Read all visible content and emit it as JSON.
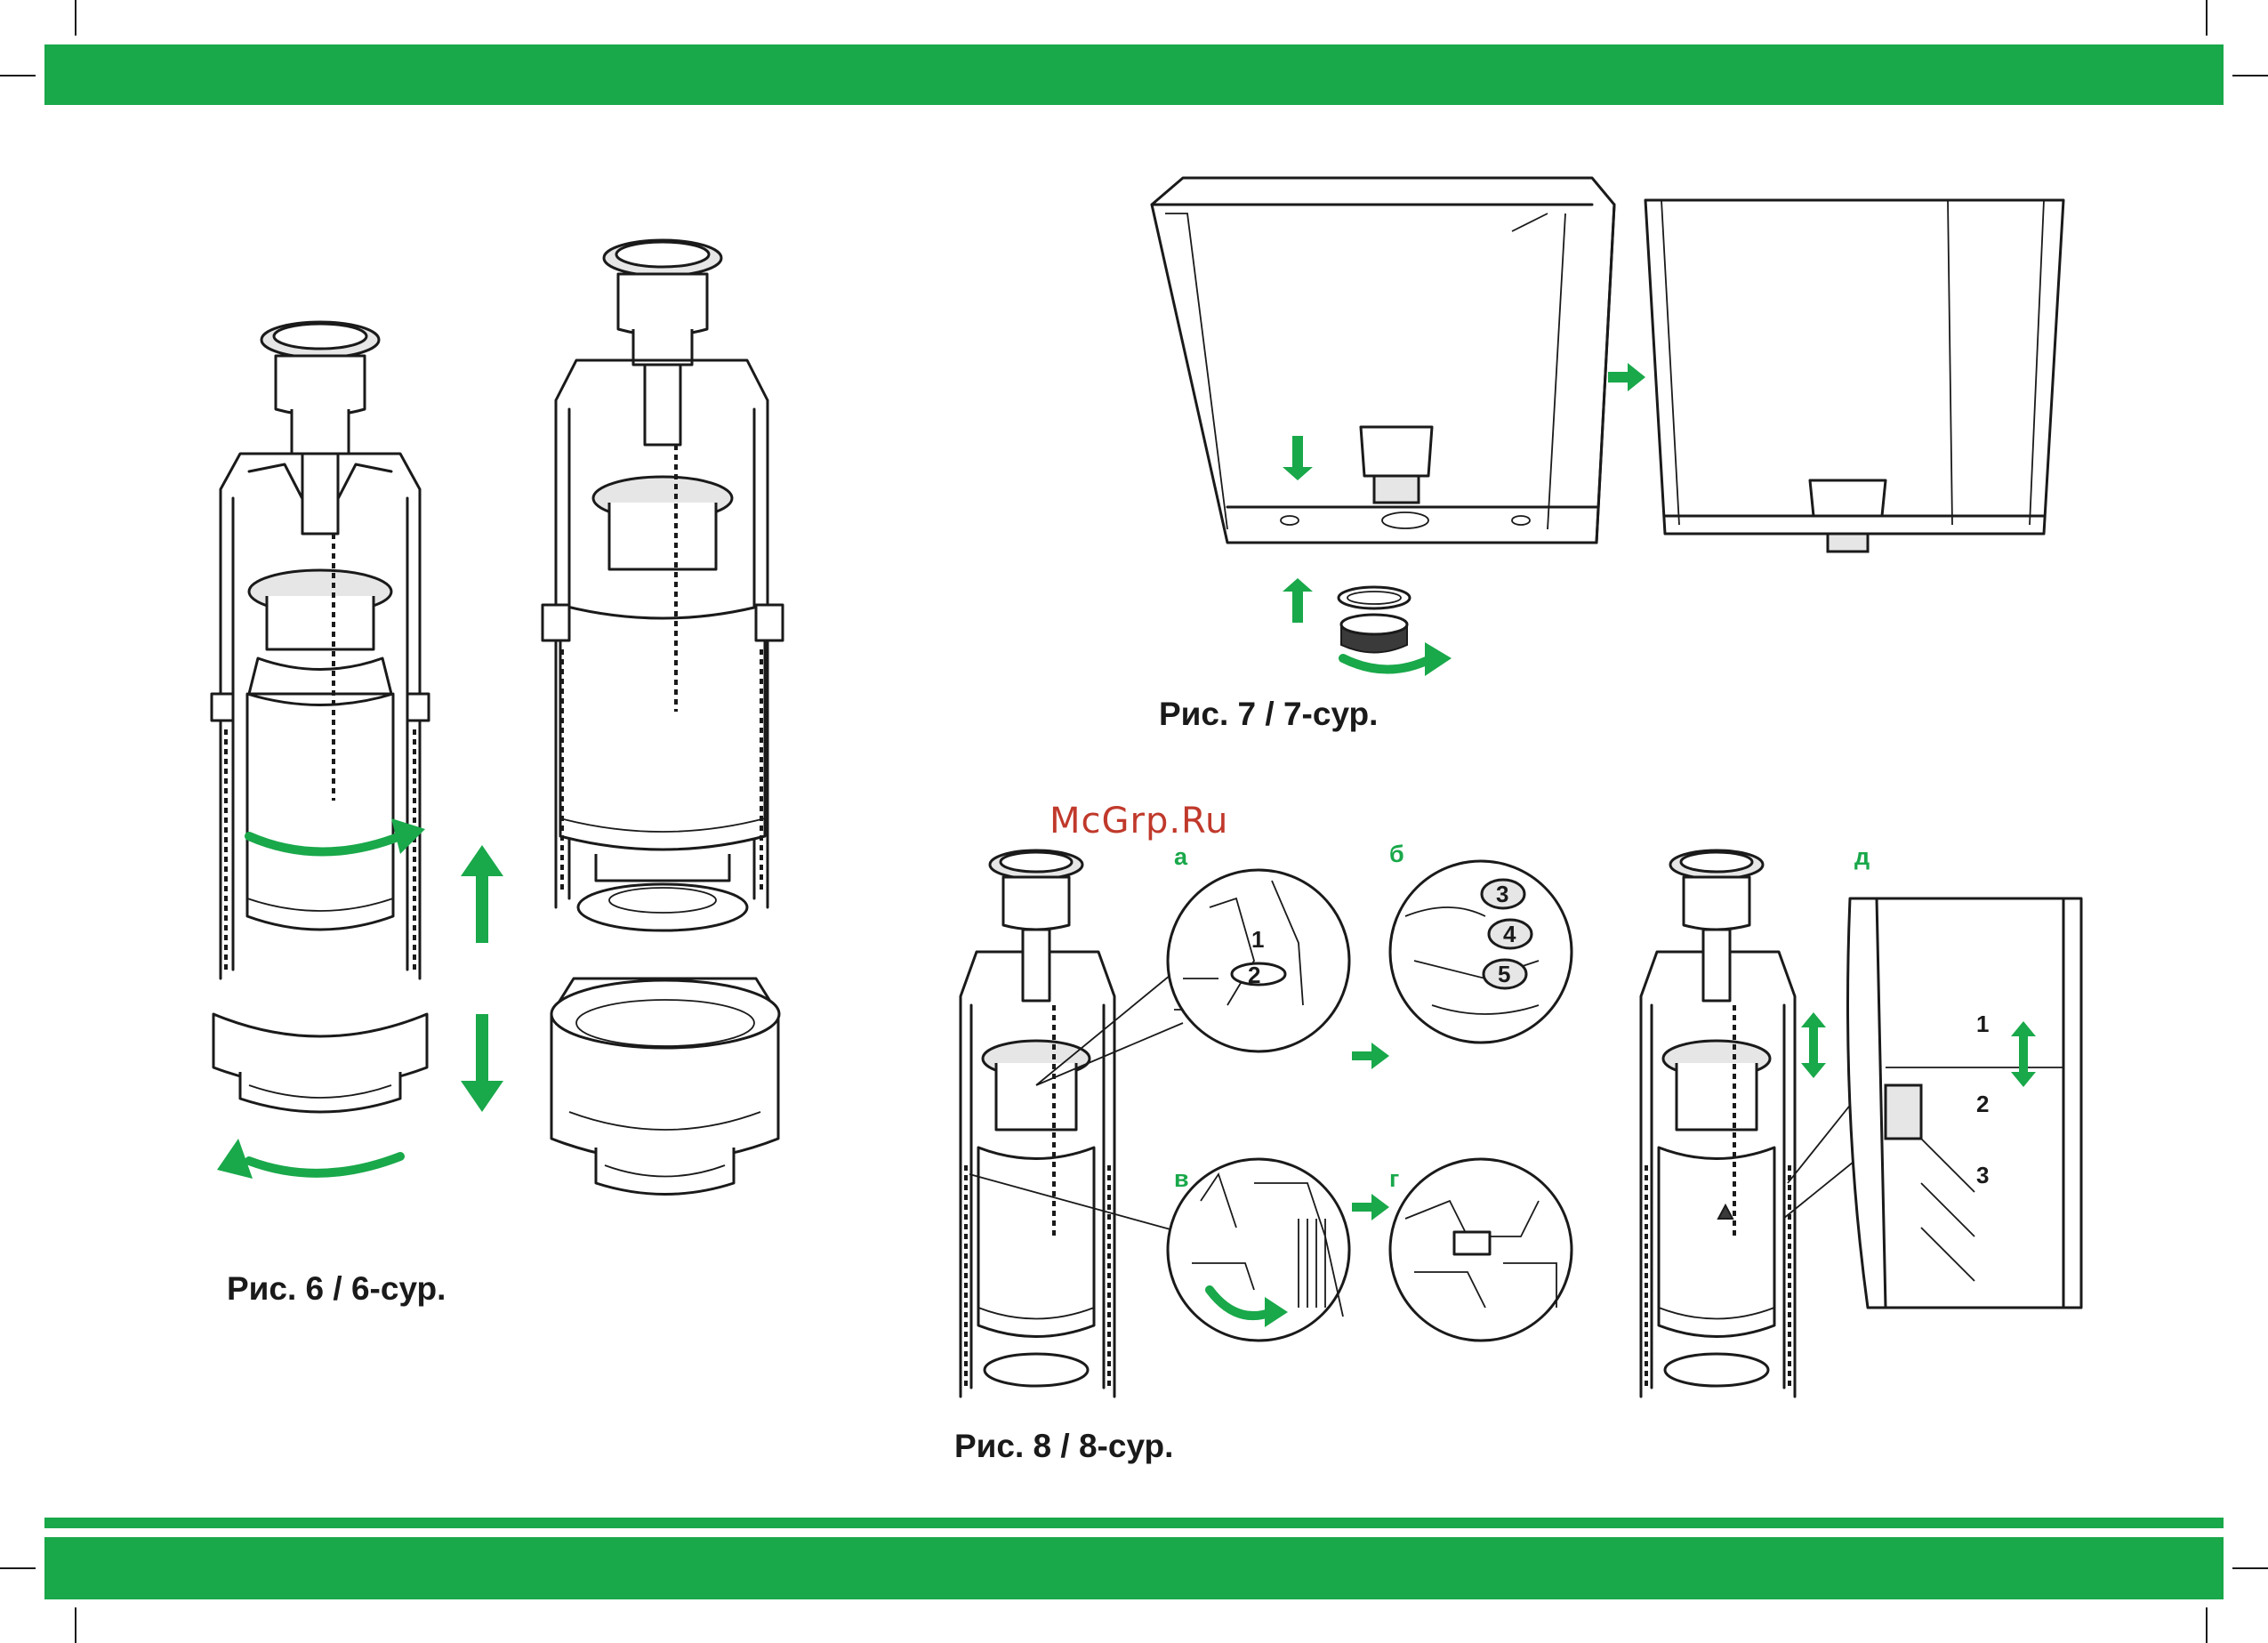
{
  "header": {
    "band_color": "#19a84a"
  },
  "figures": [
    {
      "id": "fig6",
      "caption": "Рис. 6 / 6-сур."
    },
    {
      "id": "fig7",
      "caption": "Рис. 7 / 7-сур."
    },
    {
      "id": "fig8",
      "caption": "Рис. 8 / 8-сур.",
      "sub_labels": [
        "а",
        "б",
        "в",
        "г",
        "д"
      ],
      "detail_numbers_b": [
        "3",
        "4",
        "5"
      ],
      "detail_numbers_a": [
        "1",
        "2"
      ],
      "detail_scale_d": [
        "1",
        "2",
        "3"
      ]
    }
  ],
  "watermark": "McGrp.Ru"
}
